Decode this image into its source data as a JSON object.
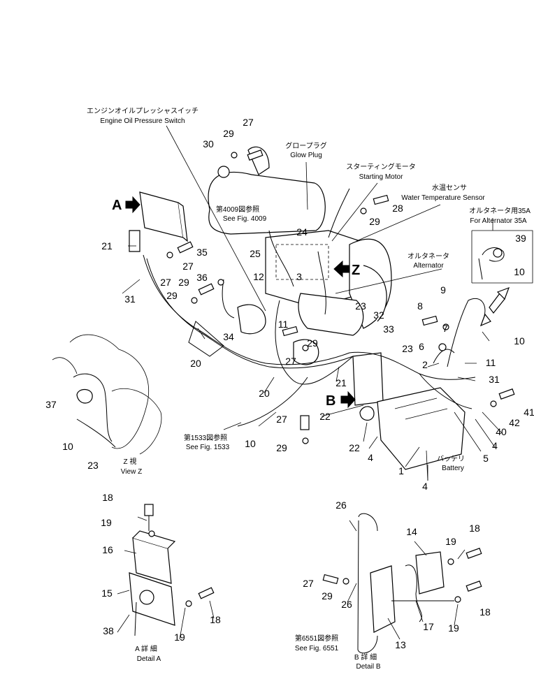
{
  "labels": {
    "oil_pressure_jp": "エンジンオイルプレッシャスイッチ",
    "oil_pressure_en": "Engine Oil Pressure Switch",
    "glow_plug_jp": "グロープラグ",
    "glow_plug_en": "Glow Plug",
    "starting_motor_jp": "スターティングモータ",
    "starting_motor_en": "Starting Motor",
    "water_temp_jp": "水温センサ",
    "water_temp_en": "Water Temperature Sensor",
    "alt35a_jp": "オルタネータ用35A",
    "alt35a_en": "For Alternator 35A",
    "fig4009_jp": "第4009図参照",
    "fig4009_en": "See Fig. 4009",
    "alternator_jp": "オルタネータ",
    "alternator_en": "Alternator",
    "fig1533_jp": "第1533図参照",
    "fig1533_en": "See Fig. 1533",
    "battery_jp": "バッテリ",
    "battery_en": "Battery",
    "view_z_jp": "Z 視",
    "view_z_en": "View Z",
    "detail_a_jp": "A 詳 細",
    "detail_a_en": "Detail A",
    "fig6551_jp": "第6551図参照",
    "fig6551_en": "See Fig. 6551",
    "detail_b_jp": "B 詳 細",
    "detail_b_en": "Detail B"
  },
  "views": {
    "a": "A",
    "b": "B",
    "z": "Z"
  },
  "callouts": [
    "27",
    "29",
    "30",
    "28",
    "29",
    "24",
    "25",
    "21",
    "35",
    "27",
    "36",
    "29",
    "27",
    "31",
    "29",
    "12",
    "3",
    "11",
    "34",
    "27",
    "29",
    "23",
    "32",
    "33",
    "39",
    "10",
    "9",
    "8",
    "7",
    "6",
    "10",
    "2",
    "11",
    "31",
    "23",
    "20",
    "20",
    "21",
    "37",
    "10",
    "23",
    "10",
    "27",
    "29",
    "22",
    "22",
    "4",
    "1",
    "4",
    "5",
    "4",
    "40",
    "42",
    "41",
    "18",
    "19",
    "16",
    "15",
    "38",
    "19",
    "18",
    "26",
    "14",
    "19",
    "18",
    "27",
    "29",
    "26",
    "13",
    "17",
    "19",
    "18"
  ]
}
